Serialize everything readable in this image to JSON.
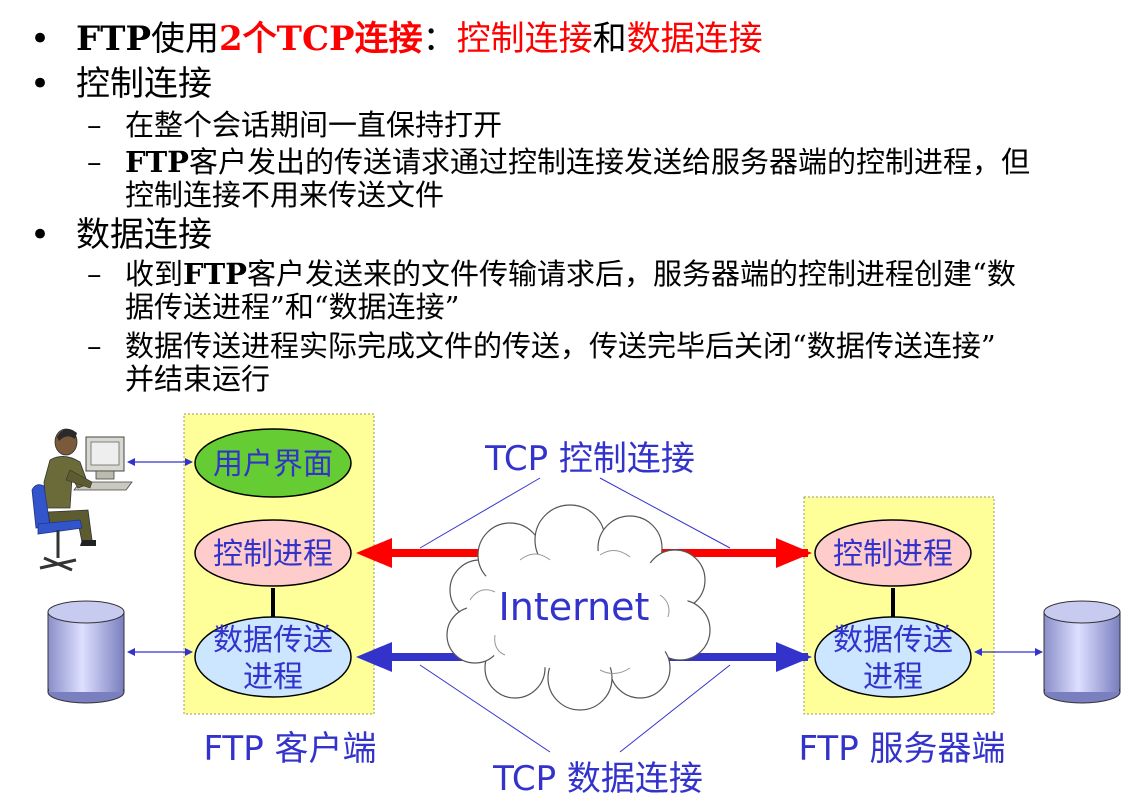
{
  "bullets": {
    "b1": {
      "part1": "FTP",
      "part2": "使用",
      "part3": "2个TCP连接",
      "part4": "：",
      "part5": "控制连接",
      "part6": "和",
      "part7": "数据连接"
    },
    "b2": {
      "title": "控制连接",
      "s1": "在整个会话期间一直保持打开",
      "s2_bold": "FTP",
      "s2_line1": "客户发出的传送请求通过控制连接发送给服务器端的控制进程，但",
      "s2_line2": "控制连接不用来传送文件"
    },
    "b3": {
      "title": "数据连接",
      "s1_pre": "收到",
      "s1_bold": "FTP",
      "s1_line1": "客户发送来的文件传输请求后，服务器端的控制进程创建“数",
      "s1_line2": "据传送进程”和“数据连接”",
      "s2_line1": "数据传送进程实际完成文件的传送，传送完毕后关闭“数据传送连接”",
      "s2_line2": "并结束运行"
    },
    "bullet_symbol": "•",
    "dash_symbol": "–"
  },
  "diagram": {
    "client_label": "FTP 客户端",
    "server_label": "FTP 服务器端",
    "user_interface": "用户界面",
    "client_control_process": "控制进程",
    "client_data_process_line1": "数据传送",
    "client_data_process_line2": "进程",
    "server_control_process": "控制进程",
    "server_data_process_line1": "数据传送",
    "server_data_process_line2": "进程",
    "tcp_control": "TCP 控制连接",
    "tcp_data": "TCP 数据连接",
    "internet": "Internet",
    "icons": [
      "user-at-computer-icon",
      "database-cylinder-icon"
    ],
    "colors": {
      "box_fill": "#ffff99",
      "ui_fill": "#66cc33",
      "control_fill": "#ffcccc",
      "data_fill": "#cce6ff",
      "label_blue": "#3333cc",
      "control_arrow": "#ff0000",
      "data_arrow": "#3333cc",
      "title_red": "#ff0000"
    }
  }
}
